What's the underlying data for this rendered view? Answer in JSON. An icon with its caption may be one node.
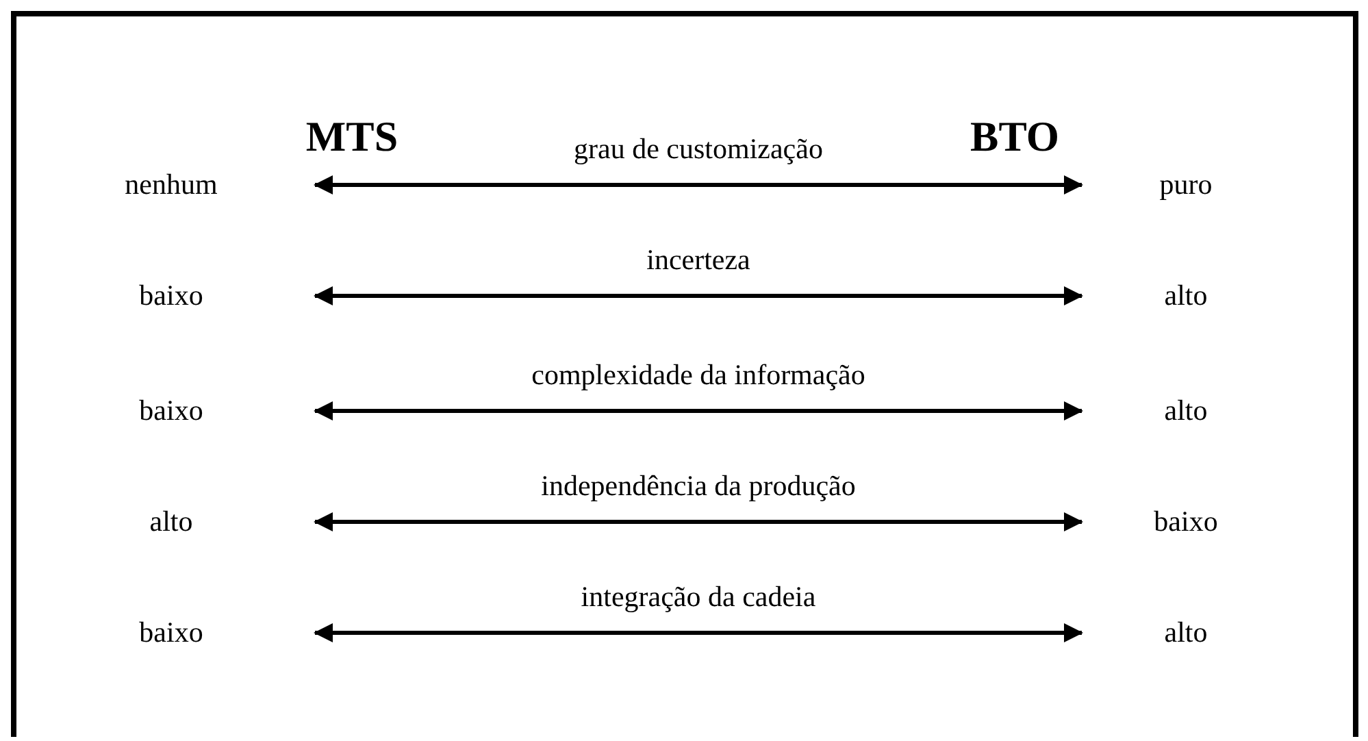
{
  "diagram": {
    "nodes": [
      {
        "text": [
          "nenhum"
        ]
      },
      {
        "text": [
          "puro"
        ]
      },
      {
        "text": [
          "baixo"
        ]
      },
      {
        "text": [
          "alto"
        ]
      },
      {
        "text": [
          "baixo"
        ]
      },
      {
        "text": [
          "alto"
        ]
      },
      {
        "text": [
          "alto"
        ]
      },
      {
        "text": [
          "baixo"
        ]
      },
      {
        "text": [
          "baixo"
        ]
      },
      {
        "text": [
          "alto"
        ]
      }
    ],
    "edges": [
      {
        "from": 0,
        "to": 1,
        "arrow": "both",
        "label": "grau de customização"
      },
      {
        "from": 2,
        "to": 3,
        "arrow": "both",
        "label": "incerteza"
      },
      {
        "from": 4,
        "to": 5,
        "arrow": "both",
        "label": "complexidade da informação"
      },
      {
        "from": 6,
        "to": 7,
        "arrow": "both",
        "label": "independência da produção"
      },
      {
        "from": 8,
        "to": 9,
        "arrow": "both",
        "label": "integração da cadeia"
      }
    ],
    "labels": [
      "MTS",
      "BTO"
    ]
  }
}
